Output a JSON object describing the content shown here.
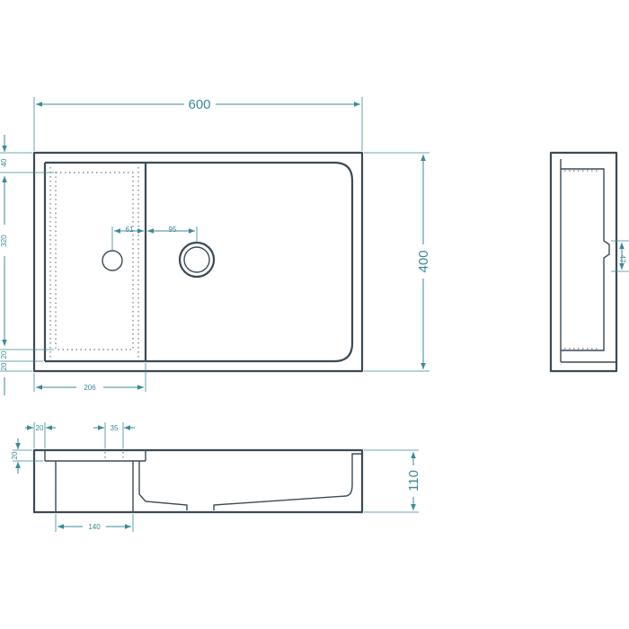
{
  "dimensions": {
    "overall_width": "600",
    "overall_depth": "400",
    "inner_depth": "320",
    "top_rim": "40",
    "bottom_rim": "20",
    "left_rim": "20",
    "shelf_width": "206",
    "drain_offset_a": "61",
    "drain_offset_b": "95",
    "overflow_height": "47",
    "side_wall": "20",
    "slot_width": "35",
    "shelf_height": "20",
    "shelf_depth": "140",
    "overall_height": "110"
  },
  "colors": {
    "outline": "#3c4a55",
    "dimension": "#3a8a98"
  }
}
